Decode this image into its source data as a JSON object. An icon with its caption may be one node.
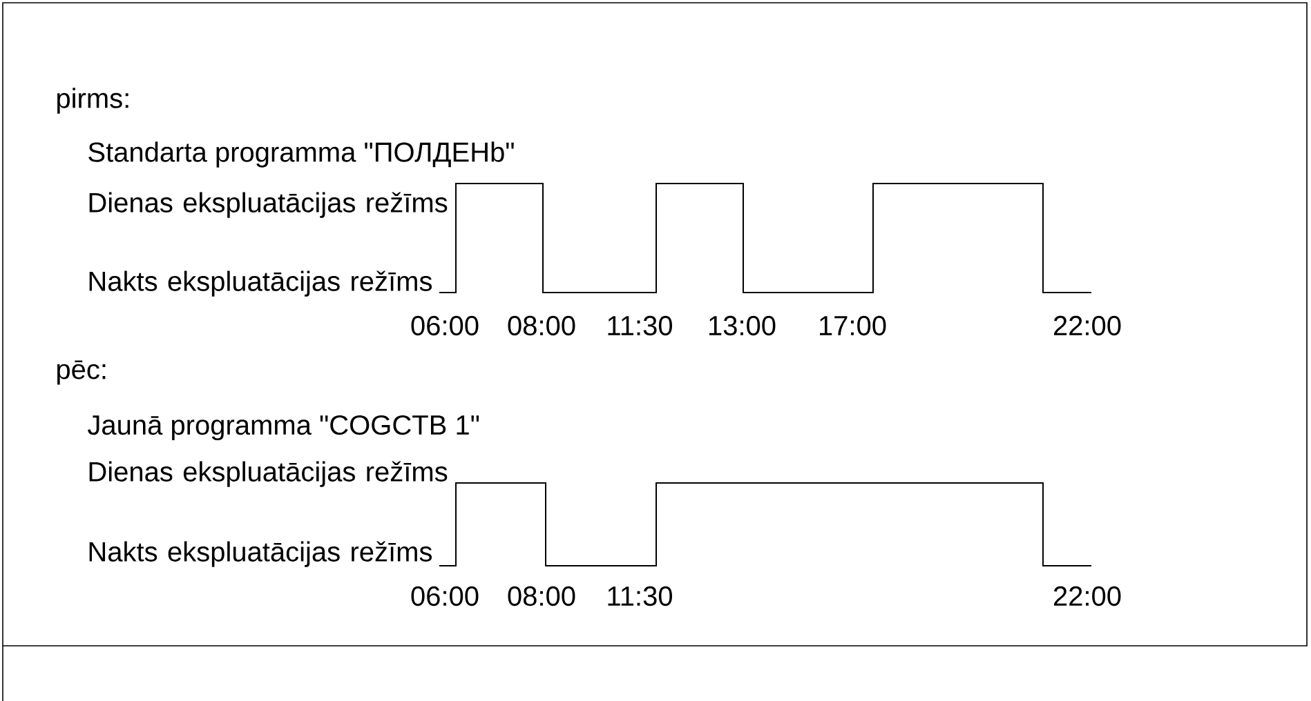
{
  "diagram": {
    "labels": [
      "pirms:",
      "Standarta programma \"ПОЛДЕНb\"",
      "Dienas ekspluatācijas režīms",
      "Nakts ekspluatācijas režīms",
      "06:00",
      "08:00",
      "11:30",
      "13:00",
      "17:00",
      "22:00",
      "pēc:",
      "Jaunā programma \"COGCTB 1\"",
      "Dienas ekspluatācijas režīms",
      "Nakts ekspluatācijas režīms",
      "06:00",
      "08:00",
      "11:30",
      "22:00"
    ]
  }
}
